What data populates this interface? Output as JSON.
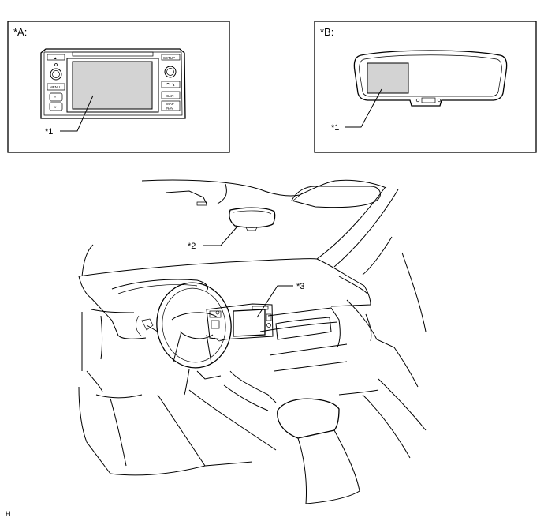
{
  "panel_a": {
    "tag": "*A:",
    "callout": "*1"
  },
  "panel_b": {
    "tag": "*B:",
    "callout": "*1"
  },
  "unit_buttons": {
    "left": [
      "▲",
      "MENU",
      "^",
      "v"
    ],
    "right": [
      "SETUP",
      "CAR",
      "MAP\nNAV"
    ]
  },
  "overview": {
    "mirror_callout": "*2",
    "display_callout": "*3"
  },
  "corner_mark": "H",
  "colors": {
    "highlight": "#d3d3d3",
    "line": "#000000"
  }
}
